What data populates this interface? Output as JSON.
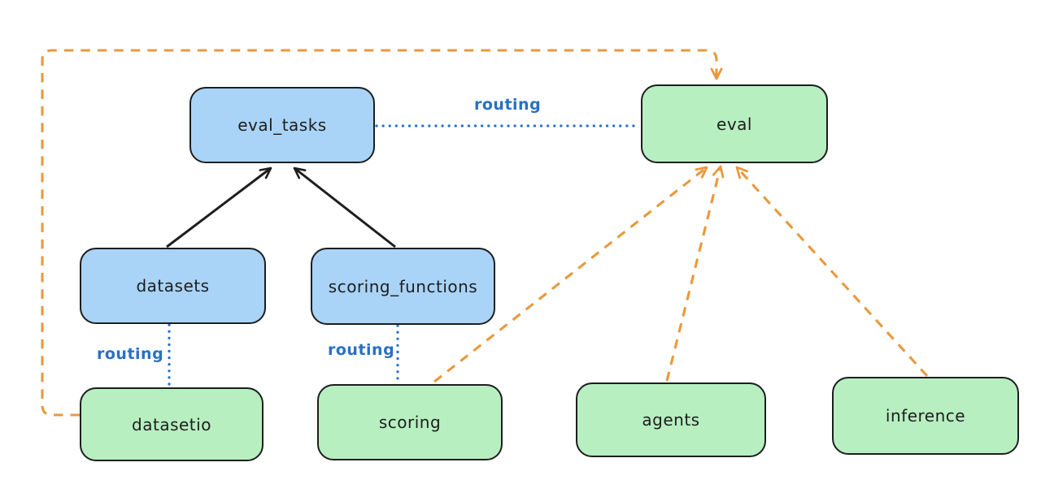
{
  "colors": {
    "background": "#ffffff",
    "node_stroke": "#1e1e1e",
    "blue_fill": "#a9d4f7",
    "green_fill": "#b7efc1",
    "routing_blue": "#2970c3",
    "orange_dash": "#e9993d",
    "black_arrow": "#1e1e1e"
  },
  "nodes": {
    "eval_tasks": {
      "label": "eval_tasks",
      "fill": "blue"
    },
    "eval": {
      "label": "eval",
      "fill": "green"
    },
    "datasets": {
      "label": "datasets",
      "fill": "blue"
    },
    "scoring_functions": {
      "label": "scoring_functions",
      "fill": "blue"
    },
    "datasetio": {
      "label": "datasetio",
      "fill": "green"
    },
    "scoring": {
      "label": "scoring",
      "fill": "green"
    },
    "agents": {
      "label": "agents",
      "fill": "green"
    },
    "inference": {
      "label": "inference",
      "fill": "green"
    }
  },
  "edge_labels": {
    "routing_top": "routing",
    "routing_datasets": "routing",
    "routing_scoring": "routing"
  },
  "edges": [
    {
      "from": "datasets",
      "to": "eval_tasks",
      "style": "solid",
      "color": "black",
      "arrowhead": true
    },
    {
      "from": "scoring_functions",
      "to": "eval_tasks",
      "style": "solid",
      "color": "black",
      "arrowhead": true
    },
    {
      "from": "eval_tasks",
      "to": "eval",
      "style": "dotted",
      "color": "blue",
      "label": "routing",
      "arrowhead": false
    },
    {
      "from": "datasets",
      "to": "datasetio",
      "style": "dotted",
      "color": "blue",
      "label": "routing",
      "arrowhead": false
    },
    {
      "from": "scoring_functions",
      "to": "scoring",
      "style": "dotted",
      "color": "blue",
      "label": "routing",
      "arrowhead": false
    },
    {
      "from": "datasetio",
      "to": "eval",
      "style": "dashed",
      "color": "orange",
      "arrowhead": true,
      "route": "around-left-and-top"
    },
    {
      "from": "scoring",
      "to": "eval",
      "style": "dashed",
      "color": "orange",
      "arrowhead": true
    },
    {
      "from": "agents",
      "to": "eval",
      "style": "dashed",
      "color": "orange",
      "arrowhead": true
    },
    {
      "from": "inference",
      "to": "eval",
      "style": "dashed",
      "color": "orange",
      "arrowhead": true
    }
  ]
}
